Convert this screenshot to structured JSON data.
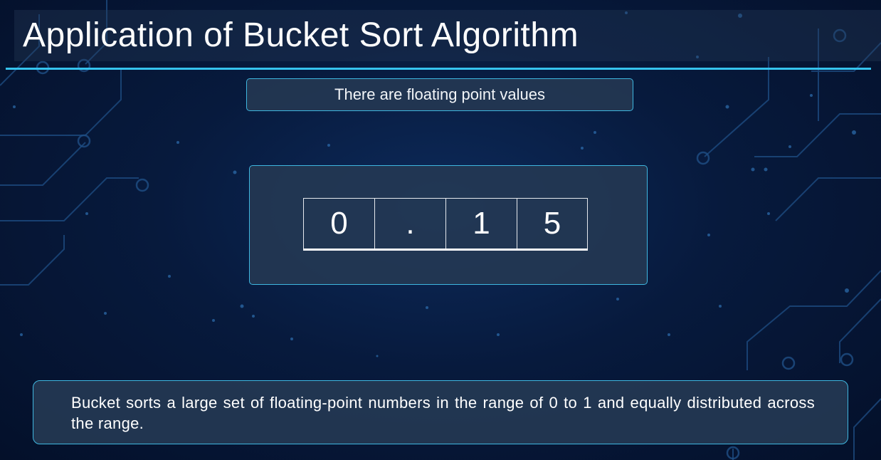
{
  "slide": {
    "title": "Application of Bucket Sort Algorithm",
    "subtitle": "There are floating point values",
    "digits": [
      "0",
      ".",
      "1",
      "5"
    ],
    "description": "Bucket sorts a large set of floating-point numbers in the range of 0 to 1 and equally distributed across the range."
  },
  "colors": {
    "background": "#071a3d",
    "accent": "#35c3ee",
    "panel": "#263a54",
    "text": "#ffffff"
  }
}
